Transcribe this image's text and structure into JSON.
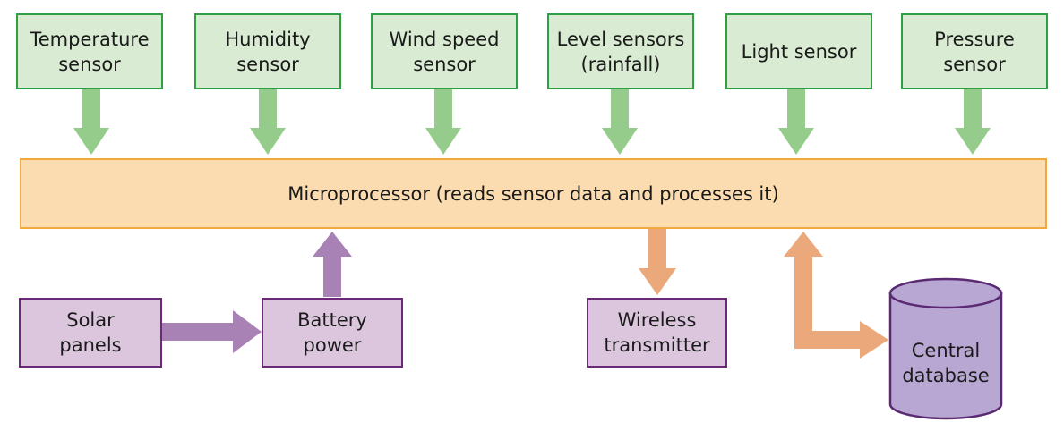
{
  "sensors": [
    {
      "label": "Temperature\nsensor"
    },
    {
      "label": "Humidity\nsensor"
    },
    {
      "label": "Wind speed\nsensor"
    },
    {
      "label": "Level sensors\n(rainfall)"
    },
    {
      "label": "Light sensor"
    },
    {
      "label": "Pressure\nsensor"
    }
  ],
  "microprocessor": {
    "label": "Microprocessor (reads sensor data and processes it)"
  },
  "solar_panels": {
    "label": "Solar\npanels"
  },
  "battery": {
    "label": "Battery\npower"
  },
  "wireless": {
    "label": "Wireless\ntransmitter"
  },
  "database": {
    "label": "Central\ndatabase"
  },
  "colors": {
    "sensor_fill": "#d9ecd3",
    "sensor_border": "#2ea043",
    "sensor_arrow": "#96cc8b",
    "micro_fill": "#fbdcb0",
    "micro_border": "#f1a93c",
    "power_fill": "#dcc6de",
    "power_border": "#6b2a78",
    "power_arrow": "#a982b5",
    "data_arrow": "#eba97b",
    "db_fill": "#b8a6d3",
    "db_border": "#5a2a73"
  }
}
